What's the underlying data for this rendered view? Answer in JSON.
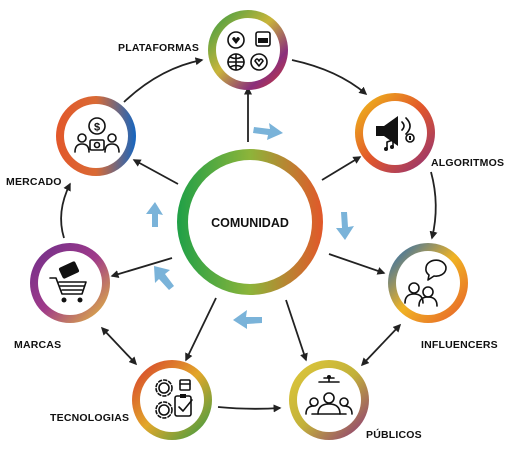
{
  "center": {
    "label": "COMUNIDAD"
  },
  "nodes": [
    {
      "id": "plataformas",
      "label": "PLATAFORMAS",
      "icon": "social-platforms-icon"
    },
    {
      "id": "algoritmos",
      "label": "ALGORITMOS",
      "icon": "megaphone-icon"
    },
    {
      "id": "influencers",
      "label": "INFLUENCERS",
      "icon": "speech-bubble-people-icon"
    },
    {
      "id": "publicos",
      "label": "PÚBLICOS",
      "icon": "audience-icon"
    },
    {
      "id": "tecnologias",
      "label": "TECNOLOGIAS",
      "icon": "gears-clipboard-icon"
    },
    {
      "id": "marcas",
      "label": "MARCAS",
      "icon": "shopping-cart-icon"
    },
    {
      "id": "mercado",
      "label": "MERCADO",
      "icon": "money-people-icon"
    }
  ],
  "colors": {
    "ring_gradient": [
      "#e53935",
      "#f2b824",
      "#2fa84f",
      "#1565c0",
      "#7b2d8e"
    ],
    "flow_arrow": "#7ab3d9",
    "connector": "#222222"
  }
}
